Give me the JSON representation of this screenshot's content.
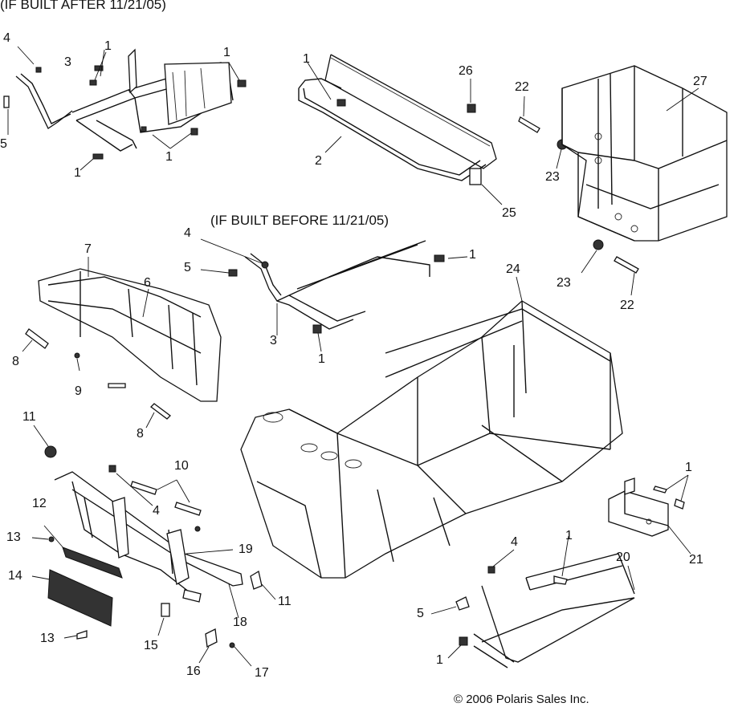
{
  "notes": {
    "after": "(IF BUILT AFTER 11/21/05)",
    "before": "(IF BUILT BEFORE 11/21/05)"
  },
  "copyright": "© 2006 Polaris Sales Inc.",
  "callouts": [
    "4",
    "3",
    "1",
    "1",
    "5",
    "1",
    "1",
    "1",
    "2",
    "26",
    "22",
    "27",
    "23",
    "25",
    "4",
    "1",
    "5",
    "3",
    "1",
    "7",
    "6",
    "8",
    "9",
    "8",
    "24",
    "23",
    "22",
    "11",
    "10",
    "12",
    "4",
    "13",
    "19",
    "14",
    "11",
    "18",
    "13",
    "15",
    "16",
    "17",
    "1",
    "1",
    "4",
    "20",
    "5",
    "1",
    "21"
  ]
}
